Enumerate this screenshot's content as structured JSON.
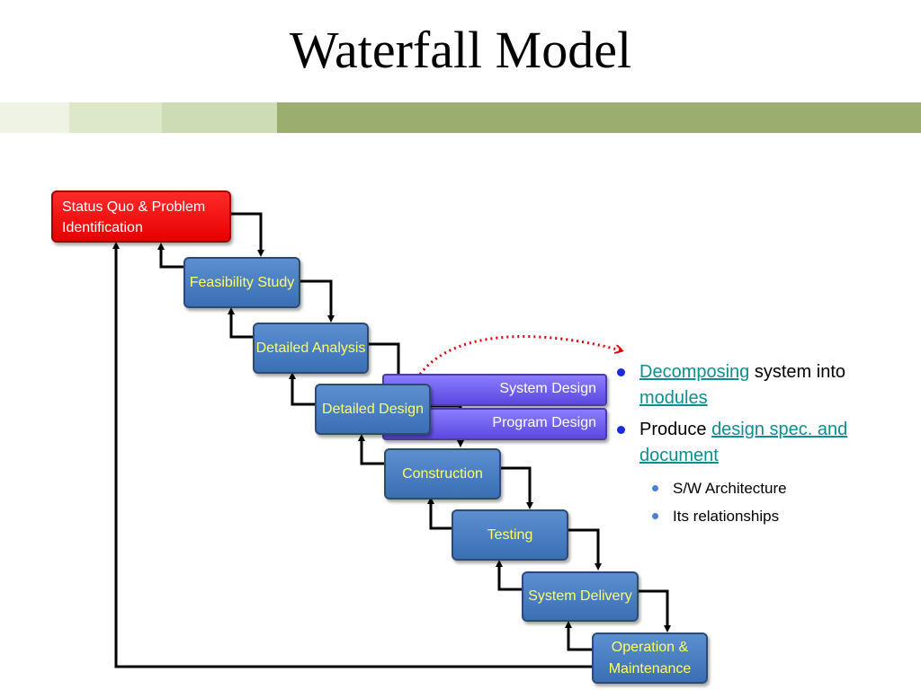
{
  "title": "Waterfall Model",
  "boxes": {
    "status_quo": "Status Quo & Problem Identification",
    "feasibility": "Feasibility Study",
    "analysis": "Detailed Analysis",
    "design": "Detailed Design",
    "construction": "Construction",
    "testing": "Testing",
    "delivery": "System Delivery",
    "operation": "Operation & Maintenance"
  },
  "design_parts": {
    "system_design": "System Design",
    "program_design": "Program Design"
  },
  "bullets": {
    "item1_link": "Decomposing",
    "item1_text": " system into ",
    "item1_link2": "modules",
    "item2_text": "Produce ",
    "item2_link": "design spec. and document",
    "sub1": "S/W Architecture",
    "sub2": "Its relationships"
  },
  "colors": {
    "stage_fill": "#4a7fc4",
    "stage_text": "#ffff66",
    "start_fill": "#ff0000",
    "design_fill": "#6a5cf0",
    "link": "#0a8f8f",
    "accent_bar": "#9bad6f"
  }
}
